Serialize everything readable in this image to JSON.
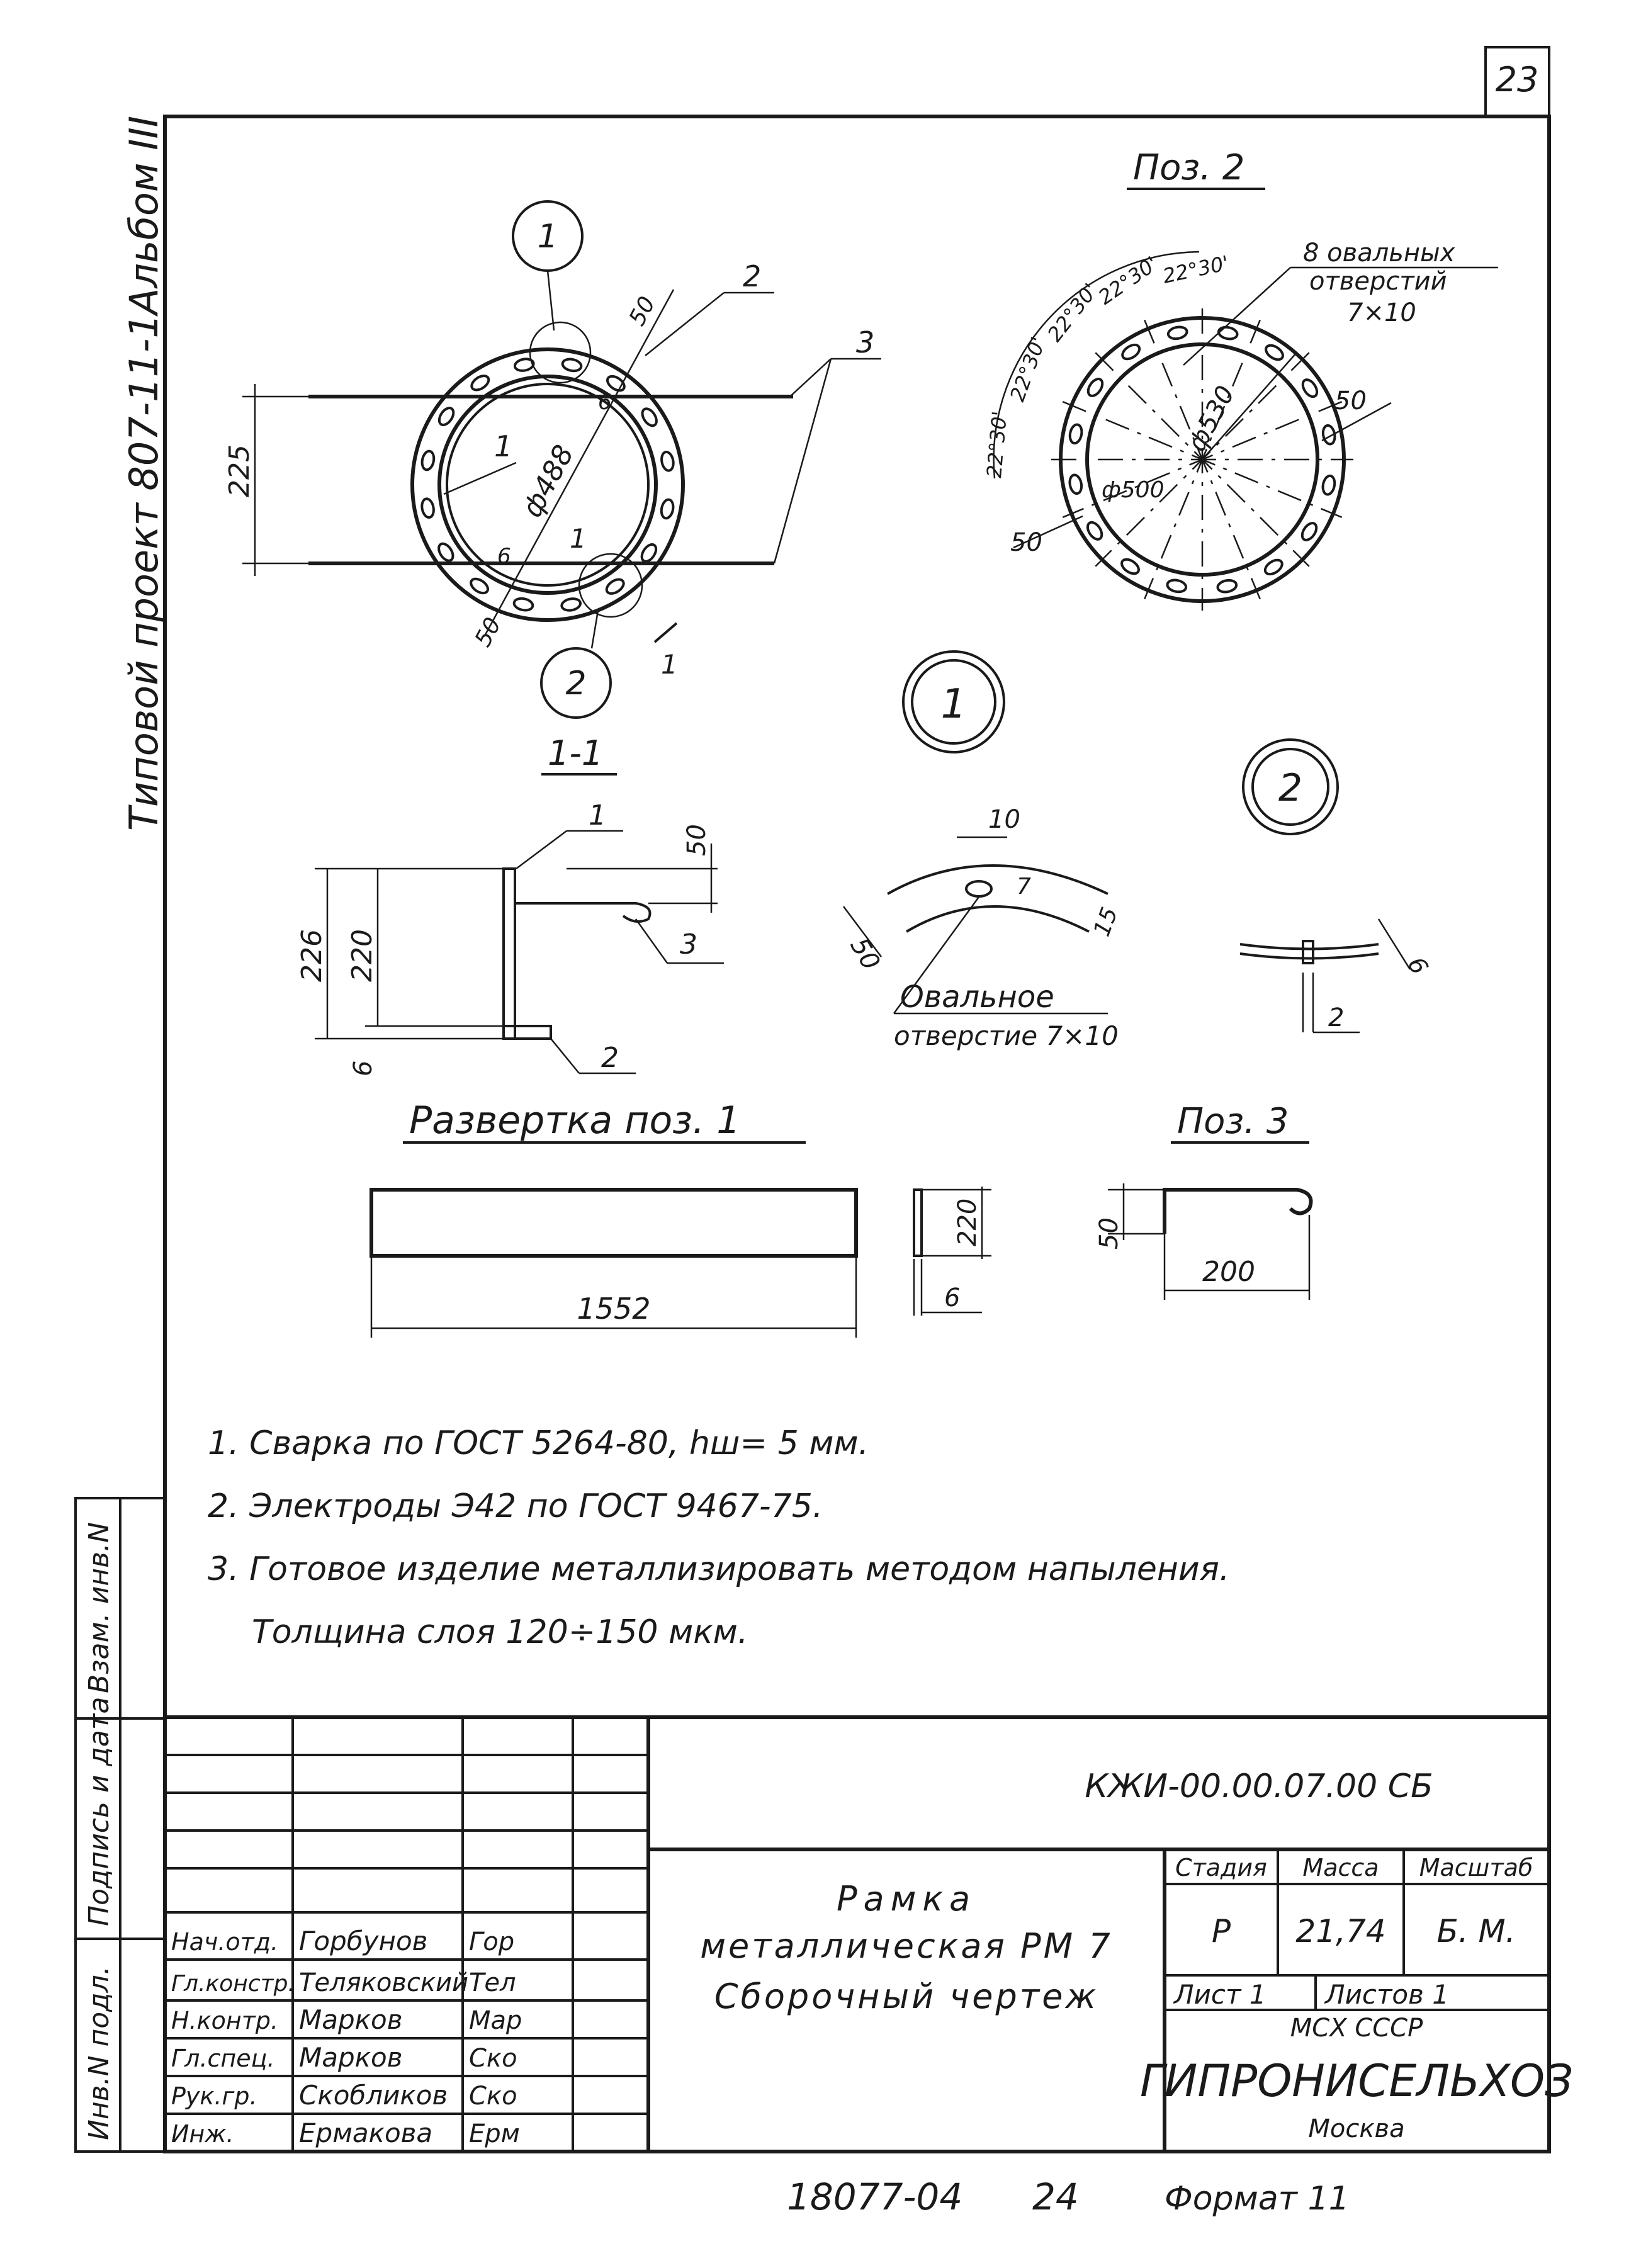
{
  "page_number": "23",
  "side_caption": {
    "project": "Типовой проект 807-11-1",
    "album": "Альбом III"
  },
  "position2_view": {
    "title": "Поз. 2",
    "holes_note_1": "8 овальных",
    "holes_note_2": "отверстий",
    "holes_note_3": "7×10",
    "angles": [
      "22°30'",
      "22°30'",
      "22°30'",
      "22°30'",
      "22°30'"
    ],
    "dim_outer": "ф530",
    "dim_inner": "ф500",
    "dim_50_right": "50",
    "dim_50_left": "50"
  },
  "main_view": {
    "callout_1": "1",
    "callout_2": "2",
    "leader_1": "1",
    "leader_2": "2",
    "leader_3": "3",
    "dim_225": "225",
    "dim_488": "ф488",
    "dim_50_top": "50",
    "dim_50_bottom": "50",
    "dim_6_top": "6",
    "dim_6_bottom": "6",
    "section_mark": "1",
    "section_mark_2": "1"
  },
  "detail_callouts": {
    "detail_1": "1",
    "detail_2": "2"
  },
  "section_view": {
    "title": "1-1",
    "leader_1": "1",
    "leader_2": "2",
    "leader_3": "3",
    "dim_50": "50",
    "dim_226": "226",
    "dim_220": "220",
    "dim_6": "6"
  },
  "oval_detail": {
    "dim_10": "10",
    "dim_7": "7",
    "dim_15": "15",
    "dim_50": "50",
    "caption_1": "Овальное",
    "caption_2": "отверстие 7×10"
  },
  "detail2_view": {
    "dim_6": "6",
    "dim_2": "2"
  },
  "development": {
    "title": "Развертка поз. 1",
    "length": "1552",
    "height": "220",
    "thickness": "6"
  },
  "position3": {
    "title": "Поз. 3",
    "dim_50": "50",
    "dim_200": "200"
  },
  "notes": [
    "1. Сварка по ГОСТ 5264-80, hш= 5 мм.",
    "2. Электроды Э42 по ГОСТ 9467-75.",
    "3. Готовое изделие металлизировать методом напыления.",
    "Толщина слоя 120÷150 мкм."
  ],
  "left_strip": [
    "Взам. инв.N",
    "Подпись и дата",
    "Инв.N подл."
  ],
  "title_block": {
    "designation": "КЖИ-00.00.07.00 СБ",
    "name_1": "Рамка",
    "name_2": "металлическая РМ 7",
    "name_3": "Сборочный чертеж",
    "headers": {
      "stage": "Стадия",
      "mass": "Масса",
      "scale": "Масштаб"
    },
    "stage": "Р",
    "mass": "21,74",
    "scale": "Б. М.",
    "sheet": "Лист 1",
    "sheets": "Листов 1",
    "org_top": "МСХ СССР",
    "org": "ГИПРОНИСЕЛЬХОЗ",
    "org_city": "Москва",
    "signatures": [
      {
        "role": "Нач.отд.",
        "name": "Горбунов",
        "sign": "Гор"
      },
      {
        "role": "Гл.констр.",
        "name": "Теляковский",
        "sign": "Тел"
      },
      {
        "role": "Н.контр.",
        "name": "Марков",
        "sign": "Мар"
      },
      {
        "role": "Гл.спец.",
        "name": "Марков",
        "sign": "Ско"
      },
      {
        "role": "Рук.гр.",
        "name": "Скобликов",
        "sign": "Ско"
      },
      {
        "role": "Инж.",
        "name": "Ермакова",
        "sign": "Ерм"
      }
    ]
  },
  "footer": {
    "order": "18077-04",
    "sheet_no": "24",
    "format": "Формат 11"
  }
}
